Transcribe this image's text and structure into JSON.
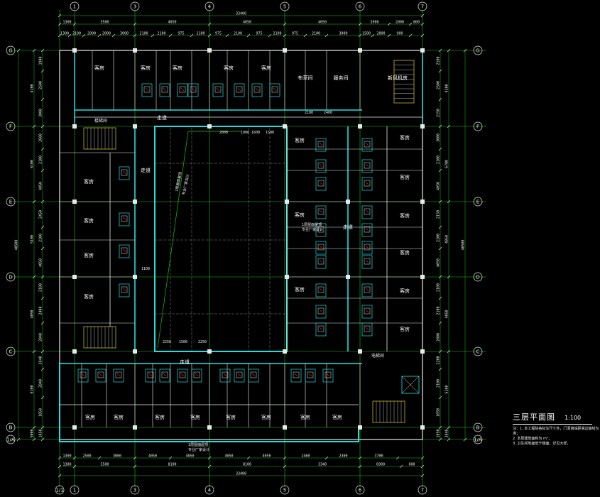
{
  "drawing": {
    "title": "三层平面图",
    "scale": "1:100",
    "notes": [
      "注：1. 本工程除各标注尺寸外，门洞墙垛距墙边轴线为准；",
      "2. 本层建筑面积为 m²；",
      "3. 卫生间地面低于楼面，详见大样。"
    ]
  },
  "grid_top": [
    "1",
    "3",
    "4",
    "5",
    "6",
    "7"
  ],
  "grid_bottom": [
    "1/1",
    "1",
    "3",
    "4",
    "5",
    "6",
    "7"
  ],
  "grid_left": [
    "G",
    "F",
    "E",
    "D",
    "C",
    "B",
    "1/A"
  ],
  "grid_right": [
    "G",
    "F",
    "E",
    "D",
    "C",
    "B",
    "1/A"
  ],
  "dims_top_overall": [
    "33400"
  ],
  "dims_top_bays": [
    "1300",
    "5500",
    "4050",
    "4050",
    "4050",
    "3900",
    "2000",
    "800"
  ],
  "dims_bottom_overall": [
    "33400"
  ],
  "dims_bottom_bays": [
    "1300",
    "5500",
    "8100",
    "8100",
    "3340",
    "6900",
    "600"
  ],
  "dims_bottom_sub": [
    "1300",
    "2500",
    "3000",
    "4050",
    "4050",
    "4050",
    "4050",
    "2460",
    "2300",
    "3700"
  ],
  "dims_left": [
    "4100",
    "6100",
    "5100",
    "4050",
    "6100",
    "5000",
    "1050"
  ],
  "dims_left_overall": [
    "40500"
  ],
  "dims_right": [
    "4100",
    "6700",
    "4050",
    "4050",
    "6100",
    "3840",
    "1050"
  ],
  "dims_right_overall": [
    "40500"
  ],
  "rooms": {
    "guest": "客房",
    "corridor": "走道",
    "service": "服务间",
    "linen": "布草间",
    "machine": "新风机房",
    "elevator": "电梯间",
    "stair": "楼梯间"
  },
  "room_labels_top": [
    "客房",
    "客房",
    "客房",
    "客房",
    "客房"
  ],
  "room_labels_right": [
    "客房",
    "客房",
    "客房",
    "客房",
    "客房",
    "客房"
  ],
  "room_labels_left": [
    "客房",
    "客房",
    "客房",
    "客房"
  ],
  "room_labels_bottom": [
    "客房",
    "客房",
    "客房",
    "客房",
    "客房",
    "客房",
    "客房",
    "客房"
  ],
  "courtyard_notes": [
    "1层屋面屋顶",
    "专业厂家设计"
  ],
  "misc_dims": [
    "2000",
    "1000",
    "1600",
    "1500",
    "2250",
    "1500",
    "2250",
    "1100",
    "2400",
    "2100"
  ]
}
